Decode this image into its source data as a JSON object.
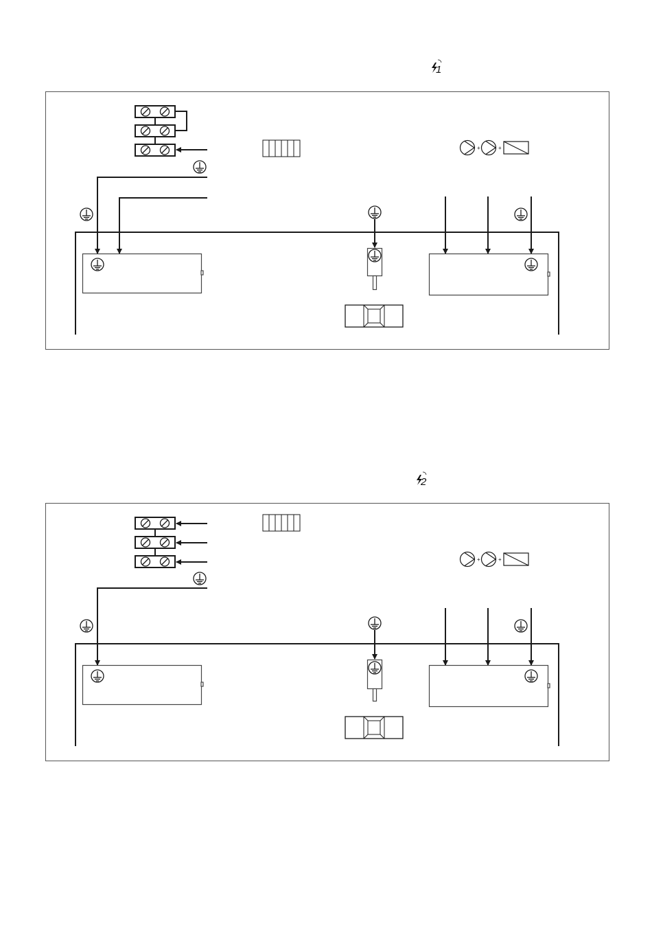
{
  "panels": [
    {
      "id": "panel-1",
      "figure_label": "1",
      "terminal_rows": 3,
      "bridged_terminals": true
    },
    {
      "id": "panel-2",
      "figure_label": "2",
      "terminal_rows": 3,
      "bridged_terminals": false
    }
  ],
  "icons": {
    "figure": "lightning-icon",
    "earth": "earth-ground-icon",
    "terminal_screw": "screw-terminal-icon",
    "fuse_strip": "connector-strip-icon",
    "pump_chain": "pump-pump-valve-icon",
    "switch": "rocker-switch-icon"
  },
  "colors": {
    "line": "#1a1a1a",
    "frame": "#555555"
  }
}
